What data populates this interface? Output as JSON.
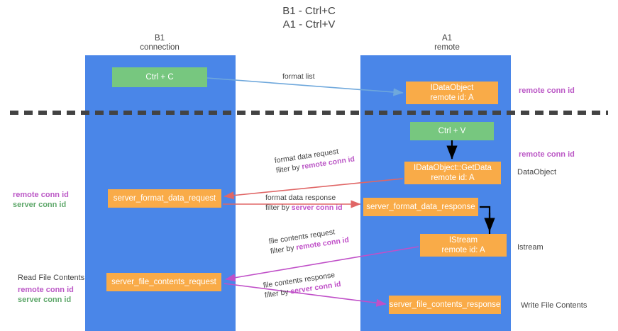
{
  "title": {
    "line1": "B1 - Ctrl+C",
    "line2": "A1 - Ctrl+V"
  },
  "columns": [
    {
      "id": "b1",
      "name": "B1",
      "role": "connection"
    },
    {
      "id": "a1",
      "name": "A1",
      "role": "remote"
    }
  ],
  "colors": {
    "lane": "#4a86e8",
    "green_box": "#77c77f",
    "orange_box": "#f9ab48",
    "purple_text": "#bb58c6",
    "green_text": "#5fa86b",
    "magenta_text": "#c050c8",
    "dark_text": "#434343",
    "arrow_blue": "#6fa8dc",
    "arrow_red": "#e06666",
    "arrow_black": "#000000",
    "arrow_magenta": "#c050c8"
  },
  "boxes": {
    "ctrl_c": {
      "label": "Ctrl + C"
    },
    "idataobject": {
      "line1": "IDataObject",
      "line2": "remote id: A"
    },
    "ctrl_v": {
      "label": "Ctrl + V"
    },
    "getdata": {
      "line1": "IDataObject::GetData",
      "line2": "remote id: A"
    },
    "server_format_data_request": {
      "label": "server_format_data_request"
    },
    "server_format_data_response": {
      "label": "server_format_data_response"
    },
    "istream": {
      "line1": "IStream",
      "line2": "remote id: A"
    },
    "server_file_contents_request": {
      "label": "server_file_contents_request"
    },
    "server_file_contents_response": {
      "label": "server_file_contents_response"
    }
  },
  "annotations": {
    "format_list": "format list",
    "format_data_request": "format data request",
    "format_data_request_filter_prefix": "filter by ",
    "format_data_request_filter_key": "remote conn id",
    "format_data_response": "format data response",
    "format_data_response_filter_prefix": "filter by ",
    "format_data_response_filter_key": "server conn id",
    "file_contents_request": "file contents request",
    "file_contents_request_filter_prefix": "filter by ",
    "file_contents_request_filter_key": "remote conn id",
    "file_contents_response": "file contents response",
    "file_contents_response_filter_prefix": "filter by ",
    "file_contents_response_filter_key": "server conn id"
  },
  "side_labels": {
    "remote_conn_id_top": "remote conn id",
    "remote_conn_id_mid": "remote conn id",
    "dataobject": "DataObject",
    "istream": "Istream",
    "write_file_contents": "Write File Contents",
    "read_file_contents": "Read File Contents",
    "left_remote_conn_id": "remote conn id",
    "left_server_conn_id": "server conn id",
    "left_remote_conn_id_2": "remote conn id",
    "left_server_conn_id_2": "server conn id"
  }
}
